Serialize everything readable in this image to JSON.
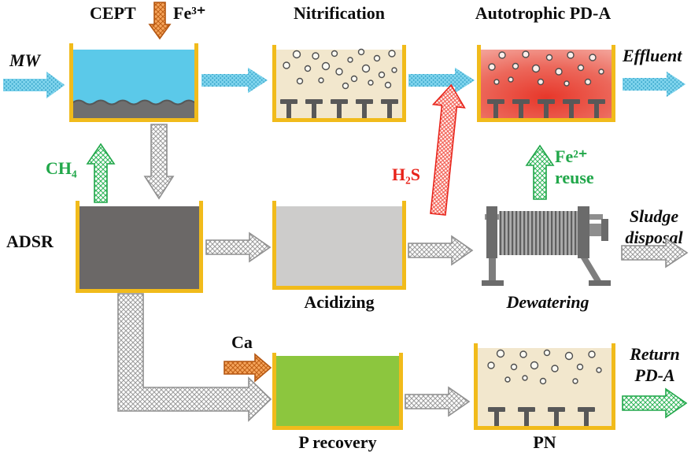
{
  "diagram": {
    "units": {
      "cept": "CEPT",
      "nitrification": "Nitrification",
      "autotrophic_pda": "Autotrophic PD-A",
      "adsr": "ADSR",
      "acidizing": "Acidizing",
      "dewatering": "Dewatering",
      "p_recovery": "P recovery",
      "pn": "PN"
    },
    "streams": {
      "mw": "MW",
      "effluent": "Effluent",
      "sludge_disposal": [
        "Sludge",
        "disposal"
      ],
      "return_pda": [
        "Return",
        "PD-A"
      ]
    },
    "chemicals": {
      "fe3": "Fe³⁺",
      "ch4": "CH₄",
      "h2s": "H₂S",
      "fe2_reuse": [
        "Fe²⁺",
        "reuse"
      ],
      "ca": "Ca"
    },
    "colors": {
      "tank_wall": "#F1BB1B",
      "cept_water": "#5BC9E9",
      "cept_sediment": "#6F6F6F",
      "aerated_tank_fill": "#F2E7CD",
      "pda_red": "#E7372A",
      "adsr_fill": "#6B6867",
      "acidizing_fill": "#CDCCCB",
      "p_recovery_green": "#8CC63E",
      "flow_cyan": "#7ED3EC",
      "flow_gray": "#8F8F8F",
      "accent_green": "#21A74A",
      "accent_red": "#E8231A",
      "accent_orange": "#C2601A"
    }
  }
}
